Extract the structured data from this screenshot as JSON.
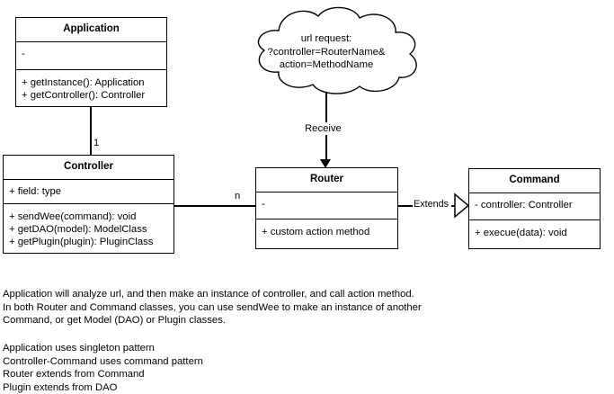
{
  "diagram": {
    "type": "uml-class-diagram",
    "background_color": "#ffffff",
    "line_color": "#000000"
  },
  "classes": {
    "application": {
      "name": "Application",
      "attributes": [
        "-"
      ],
      "operations": [
        "+ getInstance(): Application",
        "+ getController(): Controller"
      ]
    },
    "controller": {
      "name": "Controller",
      "attributes": [
        "+ field: type"
      ],
      "operations": [
        "+ sendWee(command): void",
        "+ getDAO(model): ModelClass",
        "+ getPlugin(plugin): PluginClass"
      ]
    },
    "router": {
      "name": "Router",
      "attributes": [
        "-"
      ],
      "operations": [
        "+ custom action method"
      ]
    },
    "command": {
      "name": "Command",
      "attributes": [
        "- controller: Controller"
      ],
      "operations": [
        "+ execue(data): void"
      ]
    }
  },
  "cloud": {
    "lines": [
      "url request:",
      "?controller=RouterName&",
      "action=MethodName"
    ]
  },
  "connectors": {
    "application_controller_multiplicity": "1",
    "controller_router_multiplicity": "n",
    "cloud_router_label": "Receive",
    "router_command_label": "Extends"
  },
  "notes": {
    "paragraph": [
      "Application will analyze url, and then make an instance of controller, and call action method.",
      "In both Router and Command classes, you can use sendWee to make an instance of another",
      "Command, or get Model (DAO) or Plugin classes."
    ],
    "patterns": [
      "Application uses singleton pattern",
      "Controller-Command uses command pattern",
      "Router extends from Command",
      "Plugin extends from DAO"
    ]
  }
}
